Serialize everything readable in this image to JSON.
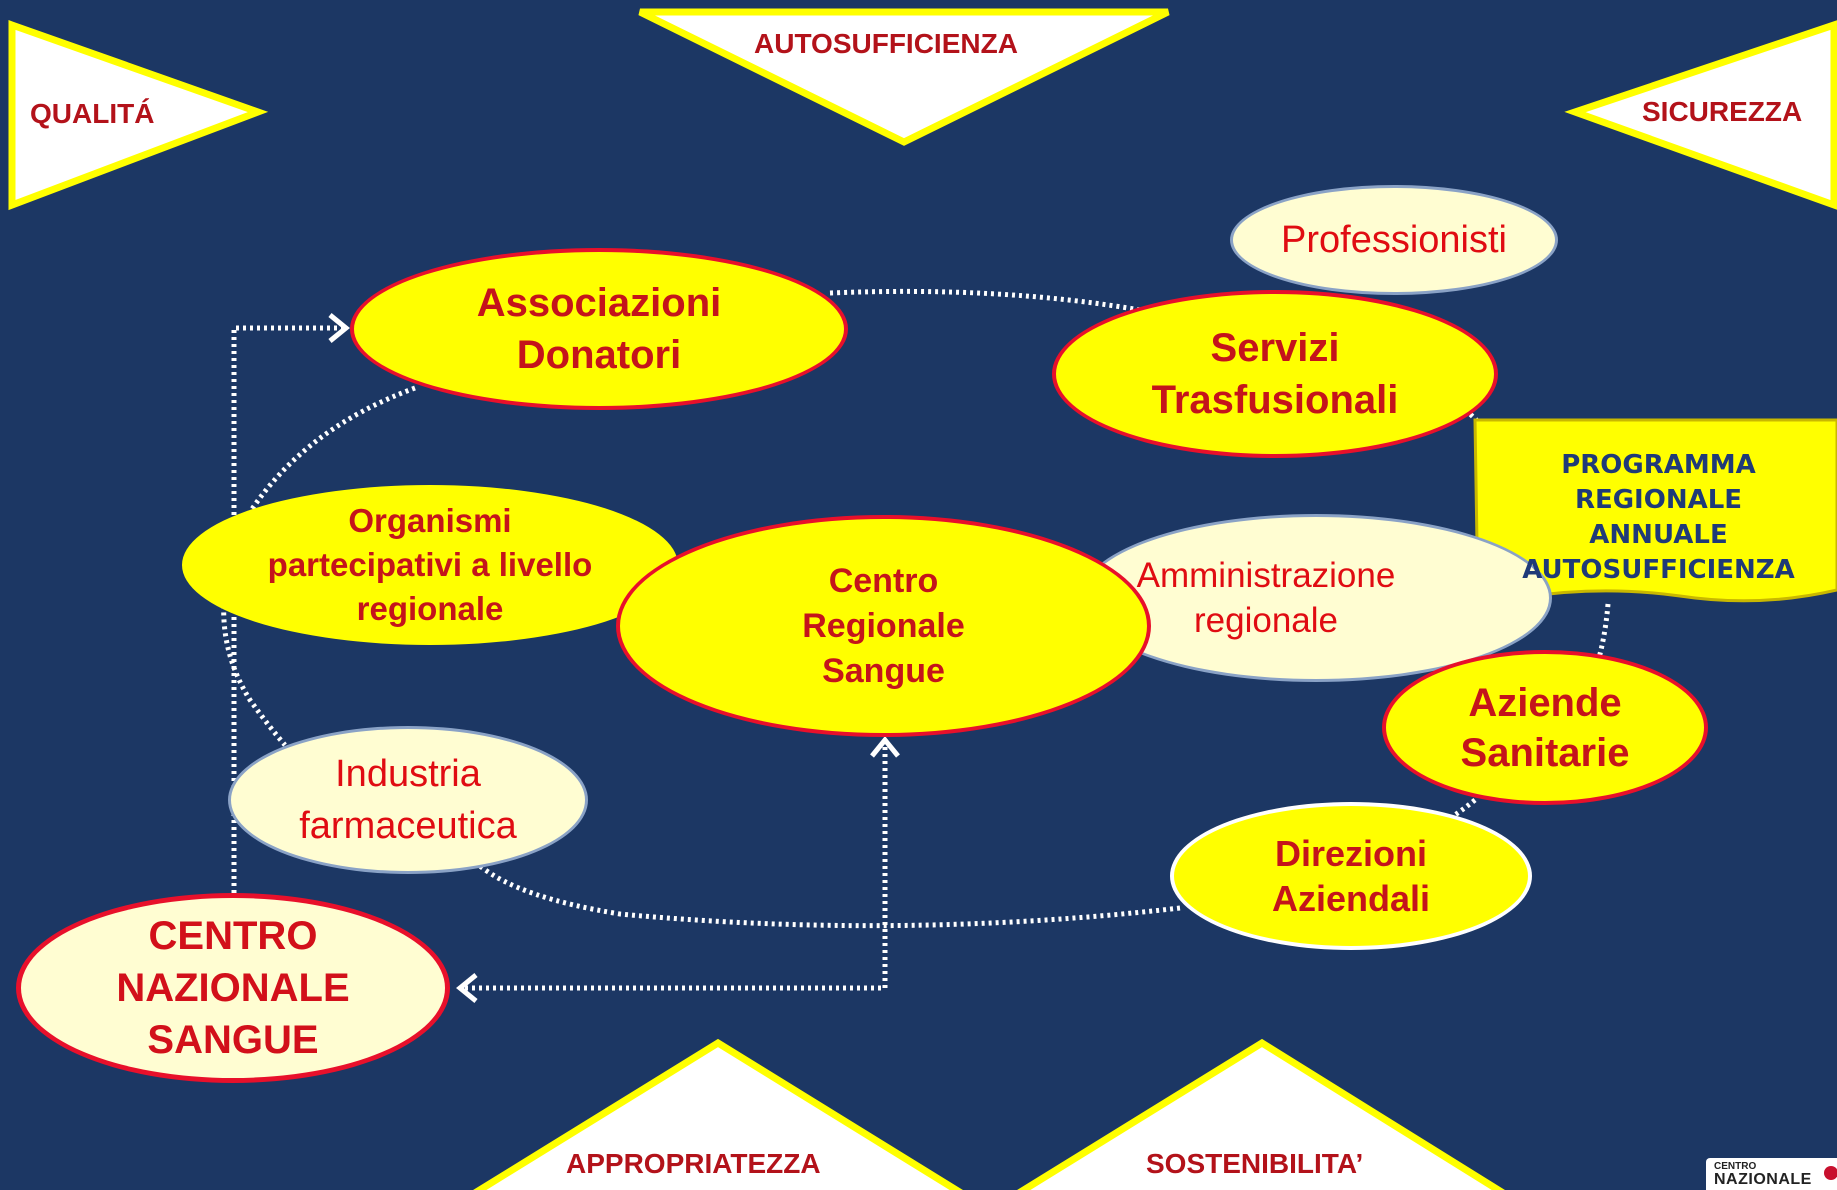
{
  "triangles": {
    "qualita": "QUALITÁ",
    "autosufficienza": "AUTOSUFFICIENZA",
    "sicurezza": "SICUREZZA",
    "appropriatezza": "APPROPRIATEZZA",
    "sostenibilita": "SOSTENIBILITA’"
  },
  "nodes": {
    "professionisti": [
      "Professionisti"
    ],
    "associazioni": [
      "Associazioni",
      "Donatori"
    ],
    "servizi": [
      "Servizi",
      "Trasfusionali"
    ],
    "organismi": [
      "Organismi",
      "partecipativi a livello",
      "regionale"
    ],
    "centro_regionale": [
      "Centro",
      "Regionale",
      "Sangue"
    ],
    "amministrazione": [
      "Amministrazione",
      "regionale"
    ],
    "aziende": [
      "Aziende",
      "Sanitarie"
    ],
    "industria": [
      "Industria",
      "farmaceutica"
    ],
    "direzioni": [
      "Direzioni",
      "Aziendali"
    ],
    "centro_nazionale": [
      "CENTRO",
      "NAZIONALE",
      "SANGUE"
    ]
  },
  "programma": [
    "PROGRAMMA",
    "REGIONALE",
    "ANNUALE",
    "AUTOSUFFICIENZA"
  ],
  "logo": {
    "line1": "CENTRO",
    "line2": "NAZIONALE"
  },
  "colors": {
    "background": "#1C3764",
    "yellow": "#FFFF00",
    "red_border": "#E8102B",
    "pale": "#FFFDD2",
    "programma_text": "#1F3A78"
  }
}
